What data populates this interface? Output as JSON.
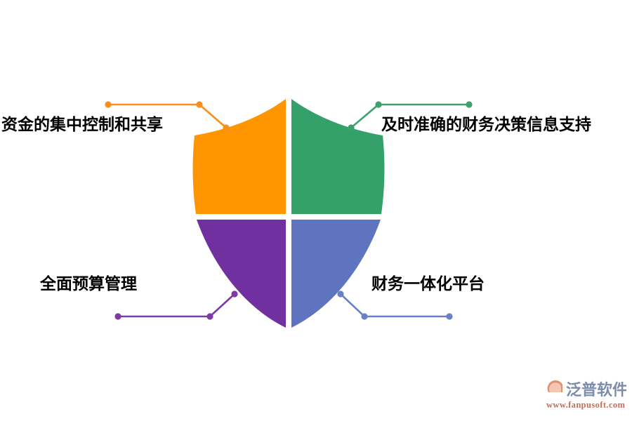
{
  "diagram": {
    "type": "shield-four-quadrant",
    "background_color": "#ffffff",
    "quadrants": [
      {
        "id": "top-left",
        "label": "资金的集中控制和共享",
        "color": "#FF9500",
        "connector_color": "#F5901E"
      },
      {
        "id": "top-right",
        "label": "及时准确的财务决策信息支持",
        "color": "#34A06A",
        "connector_color": "#3FA06E"
      },
      {
        "id": "bottom-left",
        "label": "全面预算管理",
        "color": "#7030A0",
        "connector_color": "#7E3BA8"
      },
      {
        "id": "bottom-right",
        "label": "财务一体化平台",
        "color": "#5F74BE",
        "connector_color": "#6B80C4"
      }
    ]
  },
  "logo": {
    "brand_name": "泛普软件",
    "website": "www.fanpusoft.com",
    "mark_color_primary": "#8090AE",
    "mark_color_accent": "#E09070",
    "brand_text_color": "#7C8CAC",
    "website_text_color": "#C07058"
  }
}
